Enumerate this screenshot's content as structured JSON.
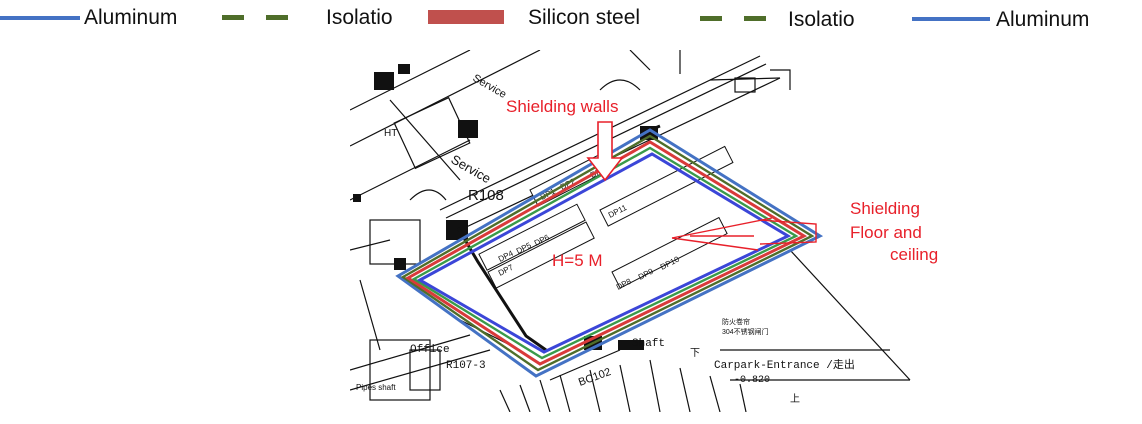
{
  "legend": [
    {
      "label": "Aluminum",
      "style": "solid",
      "color": "#4472c4"
    },
    {
      "label": "Isolatio",
      "style": "dashed",
      "color": "#4f6e2a"
    },
    {
      "label": "Silicon steel",
      "style": "band",
      "color": "#c0504d"
    },
    {
      "label": "Isolatio",
      "style": "dashed",
      "color": "#4f6e2a"
    },
    {
      "label": "Aluminum",
      "style": "solid",
      "color": "#4472c4"
    }
  ],
  "annotations": {
    "shielding_walls": "Shielding walls",
    "shielding_floor_line1": "Shielding",
    "shielding_floor_line2": "Floor and",
    "shielding_floor_line3": "ceiling",
    "height": "H=5 M"
  },
  "plan_labels": {
    "ht": "HT",
    "service_top": "Service",
    "service_mid": "Service",
    "r108": "R108",
    "office": "Office",
    "r107": "R107-3",
    "pipes_shaft": "Pipes shaft",
    "shaft": "Shaft",
    "carpark": "Carpark-Entrance /走出",
    "level": "-0.820",
    "bc": "BC102",
    "down_char": "下",
    "up_char": "上",
    "note_cn_1": "防火卷帘",
    "note_cn_2": "304不锈钢闸门"
  },
  "panel_labels": [
    "DP1",
    "DP2",
    "DP3",
    "DP4",
    "DP5",
    "DP6",
    "DP7",
    "DP8",
    "DP9",
    "DP10",
    "DP11"
  ],
  "colors": {
    "aluminum": "#4472c4",
    "isolation": "#4f6e2a",
    "silicon_steel": "#c0504d",
    "annotation_red": "#e8202a",
    "drawing": "#111111"
  }
}
